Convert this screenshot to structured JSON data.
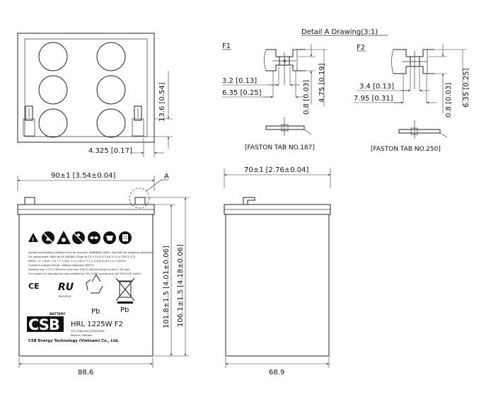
{
  "detail": {
    "title": "Detail A Drawing(3:1)",
    "f1": {
      "label": "F1",
      "dim_a": "3.2 [0.13]",
      "dim_b": "6.35 [0.25]",
      "dim_v1": "0.8 [0.03]",
      "dim_v2": "4.75 [0.19]",
      "caption": "[FASTON TAB NO.187]"
    },
    "f2": {
      "label": "F2",
      "dim_a": "3.4 [0.13]",
      "dim_b": "7.95 [0.31]",
      "dim_v1": "0.8 [0.03]",
      "dim_v2": "6.35 [0.25]",
      "caption": "[FASTON TAB NO.250]"
    }
  },
  "top_view": {
    "dim_height": "13.6 [0.54]",
    "dim_width": "4.325 [0.17]"
  },
  "front_view": {
    "dim_width": "90±1 [3.54±0.04]",
    "callout": "A",
    "dim_h1": "101.8±1.5 [4.01±0.06]",
    "dim_h2": "106.1±1.5 [4.18±0.06]",
    "dim_bottom": "88.6",
    "label": {
      "warning": [
        "Sealed Lead Battery. Battery must be recycled. WARNING LABEL: See SDS for shipping regulations.",
        "For nonspillable: Mark as US UN2800 (Class 8) P3.1.5.3.4.5.7.8.9.3.1 II-4 (TR3.5.3.3)",
        "EMEA 1-2: 1-800 - 2.5 • 1-1-3(4). 1-(1)-3(4) • • 1-1-3-3(3)(2)(0) 1-1-1 200(4)",
        "Constant voltage charge. Voltage regulation @25°C:",
        "Standby use: 2.25-2.30V/cell  Cycle use: 2.40-2.50V/cell  Initial current 2.5A max.",
        "The system of manufacture was certified by TUV CERT according to ISO 9001 ISO 14001"
      ],
      "ce_mark": "CE",
      "ul_code": "MH14533",
      "pb1": "Pb",
      "pb2": "Pb",
      "brand": "CSB",
      "battery_word": "BATTERY",
      "model": "HRL 1225W F2",
      "spec": "12V 25W/Cell/1.67V/15Min",
      "made_in": "Made in Vietnam",
      "company": "CSB Energy Technology (Vietnam) Co., Ltd."
    }
  },
  "side_view": {
    "dim_width": "70±1 [2.76±0.04]",
    "dim_bottom": "68.9"
  }
}
